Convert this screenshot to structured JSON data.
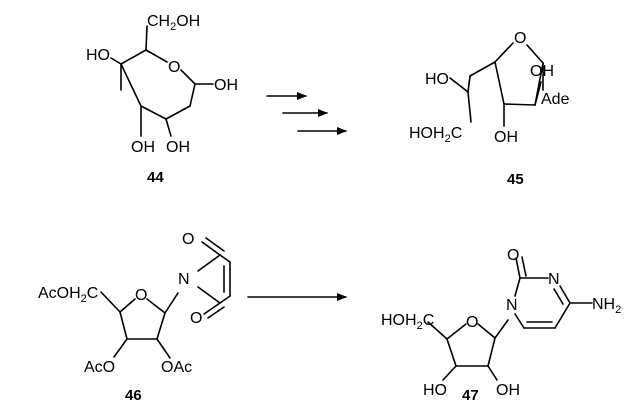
{
  "compounds": {
    "c44": {
      "number": "44",
      "labels": {
        "ch2oh": "CH",
        "ch2oh_sub": "2",
        "ch2oh_tail": "OH",
        "ring_o": "O",
        "ho_left": "HO",
        "oh_right": "OH",
        "oh_b1": "OH",
        "oh_b2": "OH"
      }
    },
    "c45": {
      "number": "45",
      "labels": {
        "ring_o": "O",
        "ho": "HO",
        "oh_top": "OH",
        "ade": "Ade",
        "hoh2c_a": "HOH",
        "hoh2c_sub": "2",
        "hoh2c_b": "C",
        "oh_bottom": "OH"
      }
    },
    "c46": {
      "number": "46",
      "labels": {
        "ac_ch2_a": "AcOH",
        "ac_ch2_sub": "2",
        "ac_ch2_b": "C",
        "ring_o": "O",
        "n": "N",
        "o_top": "O",
        "o_bot": "O",
        "aco": "AcO",
        "oac": "OAc"
      }
    },
    "c47": {
      "number": "47",
      "labels": {
        "hoh2c_a": "HOH",
        "hoh2c_sub": "2",
        "hoh2c_b": "C",
        "ring_o": "O",
        "n1": "N",
        "o_carbonyl": "O",
        "n3": "N",
        "nh2_a": "NH",
        "nh2_sub": "2",
        "ho": "HO",
        "oh": "OH"
      }
    }
  },
  "arrows": [
    {
      "name": "arrow-1"
    },
    {
      "name": "arrow-2"
    },
    {
      "name": "arrow-3"
    },
    {
      "name": "arrow-4"
    }
  ]
}
